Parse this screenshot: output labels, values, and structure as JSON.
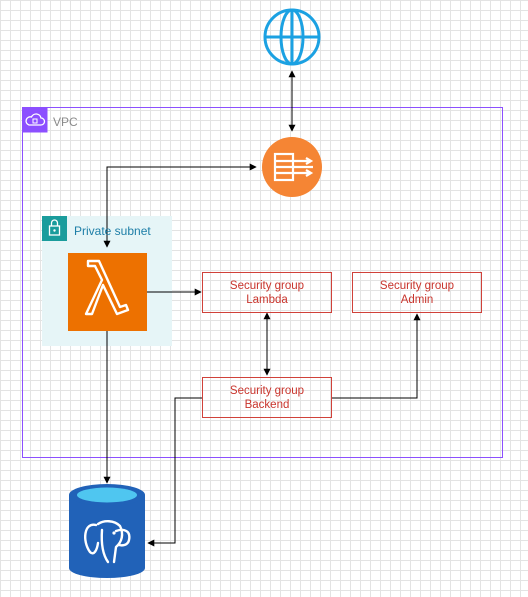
{
  "vpc": {
    "label": "VPC"
  },
  "subnet": {
    "label": "Private subnet"
  },
  "security_groups": {
    "lambda": {
      "line1": "Security group",
      "line2": "Lambda"
    },
    "admin": {
      "line1": "Security group",
      "line2": "Admin"
    },
    "backend": {
      "line1": "Security group",
      "line2": "Backend"
    }
  },
  "icons": {
    "internet": "globe-icon",
    "gateway": "nat-gateway-icon",
    "lambda": "lambda-icon",
    "database": "postgresql-database-icon",
    "vpc": "vpc-cloud-icon",
    "subnet": "padlock-icon"
  },
  "colors": {
    "vpc_border": "#8c4fff",
    "subnet_fill": "#e6f5f7",
    "subnet_icon": "#1a9c9c",
    "lambda_fill": "#ed7100",
    "gateway_fill": "#f58534",
    "globe": "#1ba1e2",
    "database": "#2162b8",
    "security_group": "#d0413a",
    "connector": "#000000"
  }
}
